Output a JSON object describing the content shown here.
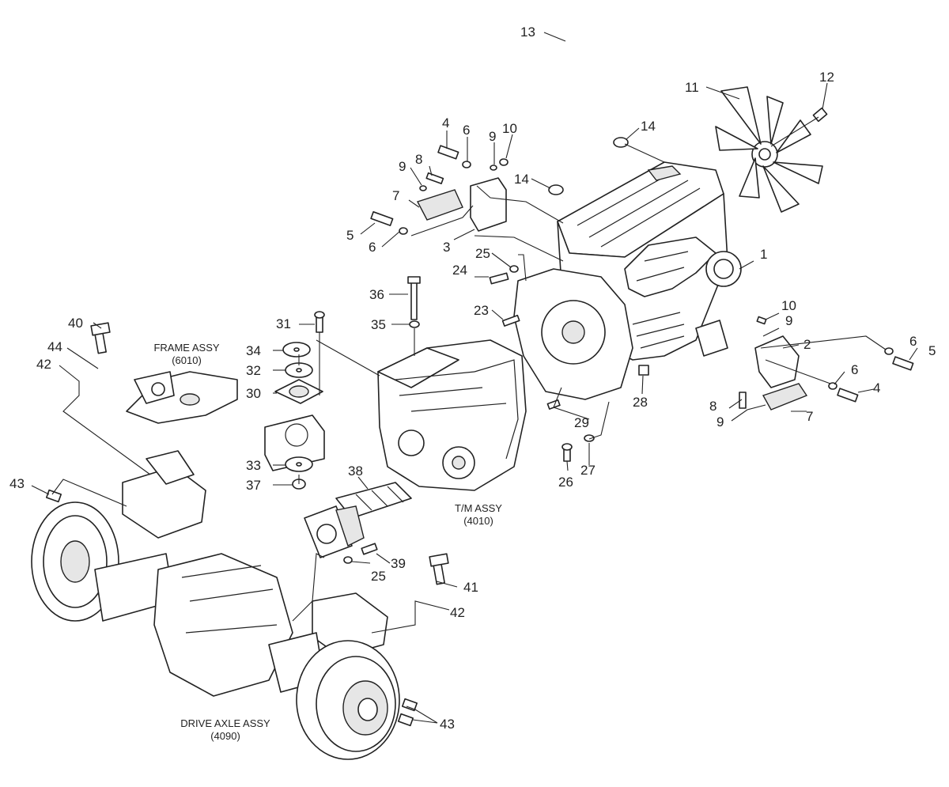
{
  "assemblies": {
    "frame": {
      "name": "FRAME ASSY",
      "code": "(6010)"
    },
    "transmission": {
      "name": "T/M ASSY",
      "code": "(4010)"
    },
    "drive_axle": {
      "name": "DRIVE AXLE ASSY",
      "code": "(4090)"
    }
  },
  "callouts": {
    "c1": "1",
    "c2": "2",
    "c3": "3",
    "c4a": "4",
    "c4b": "4",
    "c5a": "5",
    "c5b": "5",
    "c6a": "6",
    "c6b": "6",
    "c6c": "6",
    "c6d": "6",
    "c7a": "7",
    "c7b": "7",
    "c8a": "8",
    "c8b": "8",
    "c9a": "9",
    "c9b": "9",
    "c9c": "9",
    "c9d": "9",
    "c10a": "10",
    "c10b": "10",
    "c11": "11",
    "c12": "12",
    "c13": "13",
    "c14a": "14",
    "c14b": "14",
    "c23": "23",
    "c24": "24",
    "c25a": "25",
    "c25b": "25",
    "c26": "26",
    "c27": "27",
    "c28": "28",
    "c29": "29",
    "c30": "30",
    "c31": "31",
    "c32": "32",
    "c33": "33",
    "c34": "34",
    "c35": "35",
    "c36": "36",
    "c37": "37",
    "c38": "38",
    "c39": "39",
    "c40": "40",
    "c41": "41",
    "c42a": "42",
    "c42b": "42",
    "c43a": "43",
    "c43b": "43",
    "c44": "44"
  }
}
